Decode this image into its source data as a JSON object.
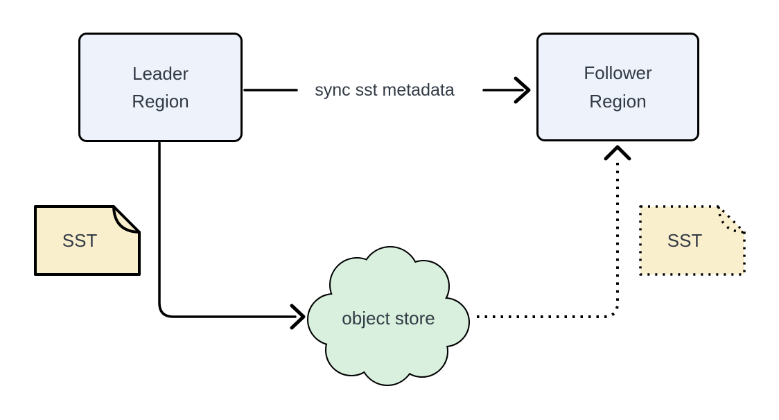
{
  "nodes": {
    "leader": {
      "label": "Leader\nRegion"
    },
    "follower": {
      "label": "Follower\nRegion"
    },
    "object_store": {
      "label": "object store"
    },
    "sst_source": {
      "label": "SST"
    },
    "sst_replica": {
      "label": "SST"
    }
  },
  "edges": {
    "sync_metadata": {
      "label": "sync sst metadata",
      "from": "leader",
      "to": "follower",
      "style": "solid"
    },
    "upload": {
      "from": "leader",
      "to": "object_store",
      "style": "solid"
    },
    "download": {
      "from": "object_store",
      "to": "follower",
      "style": "dotted"
    }
  },
  "colors": {
    "background": "#ffffff",
    "region_fill": "#edf2fb",
    "store_fill": "#d8f0dd",
    "note_fill": "#faefcd",
    "line": "#000000",
    "text": "#323a45"
  }
}
